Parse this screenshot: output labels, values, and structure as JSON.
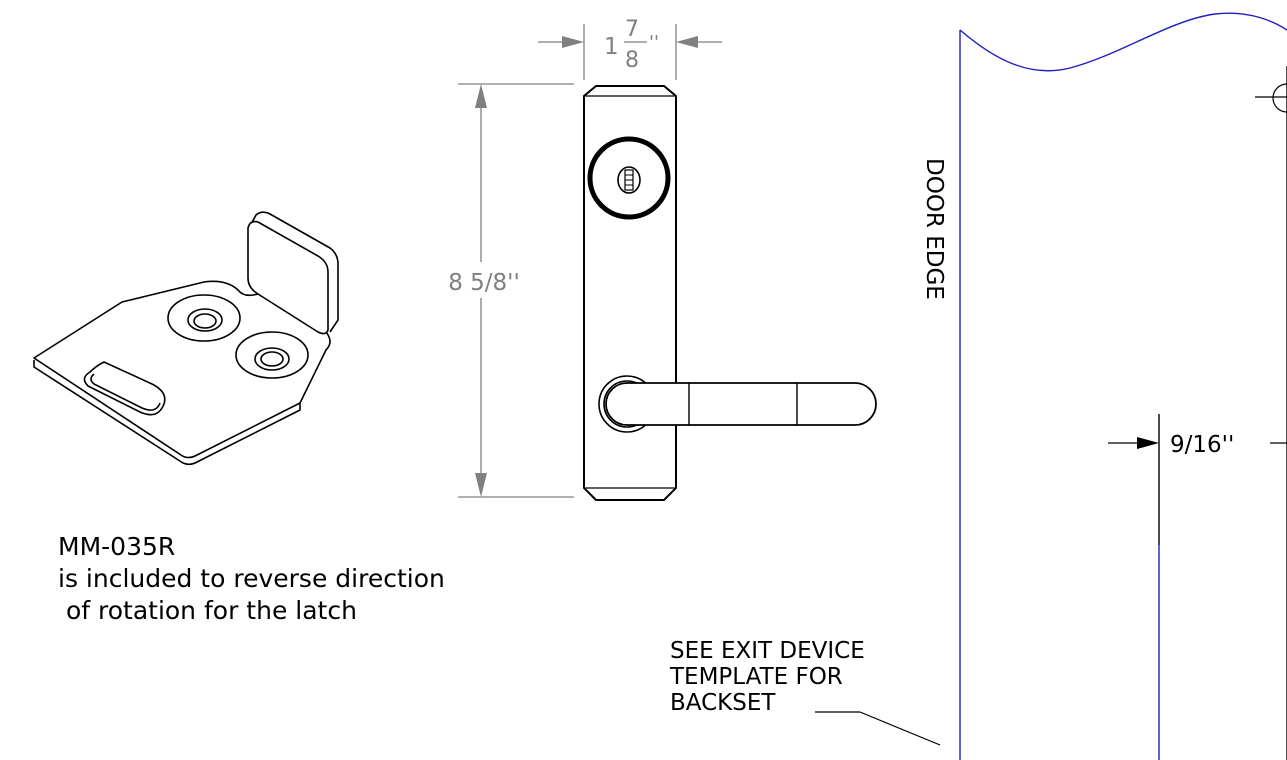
{
  "colors": {
    "outline": "#000000",
    "dimension": "#808080",
    "door_edge": "#1f1fbf"
  },
  "dimensions": {
    "width_whole": "1",
    "width_num": "7",
    "width_den": "8",
    "width_unit": "''",
    "height": "8 5/8''",
    "offset": "9/16''"
  },
  "labels": {
    "door_edge": "DOOR EDGE",
    "part_number": "MM-035R",
    "part_note_line1": "is included to reverse direction",
    "part_note_line2": " of rotation for the latch",
    "backset_line1": "SEE EXIT DEVICE",
    "backset_line2": "TEMPLATE FOR",
    "backset_line3": "BACKSET"
  },
  "icons": {
    "bracket": "reversing-bracket-icon",
    "lever_trim": "lever-trim-icon",
    "cylinder": "key-cylinder-icon"
  }
}
